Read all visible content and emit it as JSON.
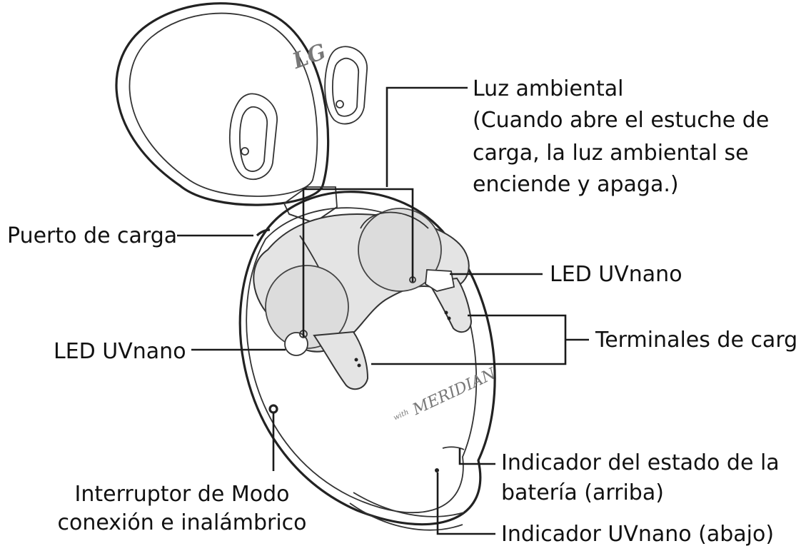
{
  "lid": {
    "logo": "LG"
  },
  "tray": {
    "brand_prefix": "MERIDIAN",
    "brand_small": "with"
  },
  "labels": {
    "luz_ambiental": {
      "line1": "Luz ambiental",
      "line2": "(Cuando abre el estuche de",
      "line3": "carga, la luz ambiental se",
      "line4": "enciende y apaga.)"
    },
    "puerto_carga": "Puerto de carga",
    "led_uvnano_right": "LED UVnano",
    "led_uvnano_left": "LED UVnano",
    "terminales_carga": "Terminales de carga",
    "indicador_bateria": {
      "line1": "Indicador del estado de la",
      "line2": "batería (arriba)"
    },
    "interruptor": {
      "line1": "Interruptor de Modo",
      "line2": "conexión e inalámbrico"
    },
    "indicador_uvnano": "Indicador UVnano (abajo)"
  }
}
